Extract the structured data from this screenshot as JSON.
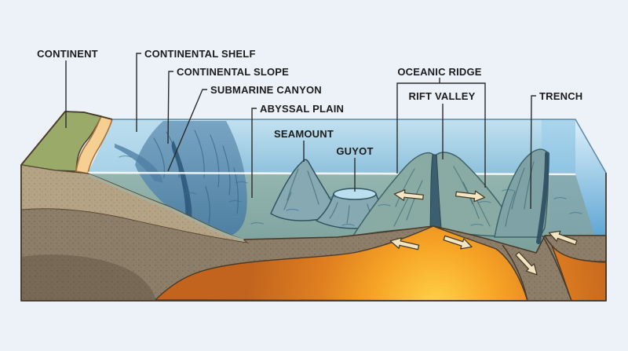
{
  "labels": {
    "continent": "CONTINENT",
    "continental_shelf": "CONTINENTAL SHELF",
    "continental_slope": "CONTINENTAL SLOPE",
    "submarine_canyon": "SUBMARINE CANYON",
    "abyssal_plain": "ABYSSAL PLAIN",
    "seamount": "SEAMOUNT",
    "guyot": "GUYOT",
    "oceanic_ridge": "OCEANIC RIDGE",
    "rift_valley": "RIFT VALLEY",
    "trench": "TRENCH"
  },
  "arrows": [
    "seafloor-spreading-left",
    "seafloor-spreading-right",
    "crust-motion-left",
    "crust-motion-right",
    "subducting-slab-down",
    "overriding-plate-toward-trench"
  ],
  "colors": {
    "background": "#edf1f8",
    "surface_water_light": "#c0e0ef",
    "surface_water_deep": "#8fc2dd",
    "underwater_face": "#93b4ad",
    "shelf_water": "#b7dcec",
    "slope_water": "#6f9dbd",
    "canyon_shadow": "#2e5a7d",
    "continent_green": "#9aab69",
    "beach_sand": "#f6cf92",
    "continental_crust": "#b5a385",
    "oceanic_crust": "#8d7e6a",
    "mantle_magma": "#f29a28",
    "magma_core": "#ffd44a",
    "arrow_fill": "#f2e5c4",
    "label_text": "#1c1c1c",
    "waterline": "#ffffff"
  }
}
